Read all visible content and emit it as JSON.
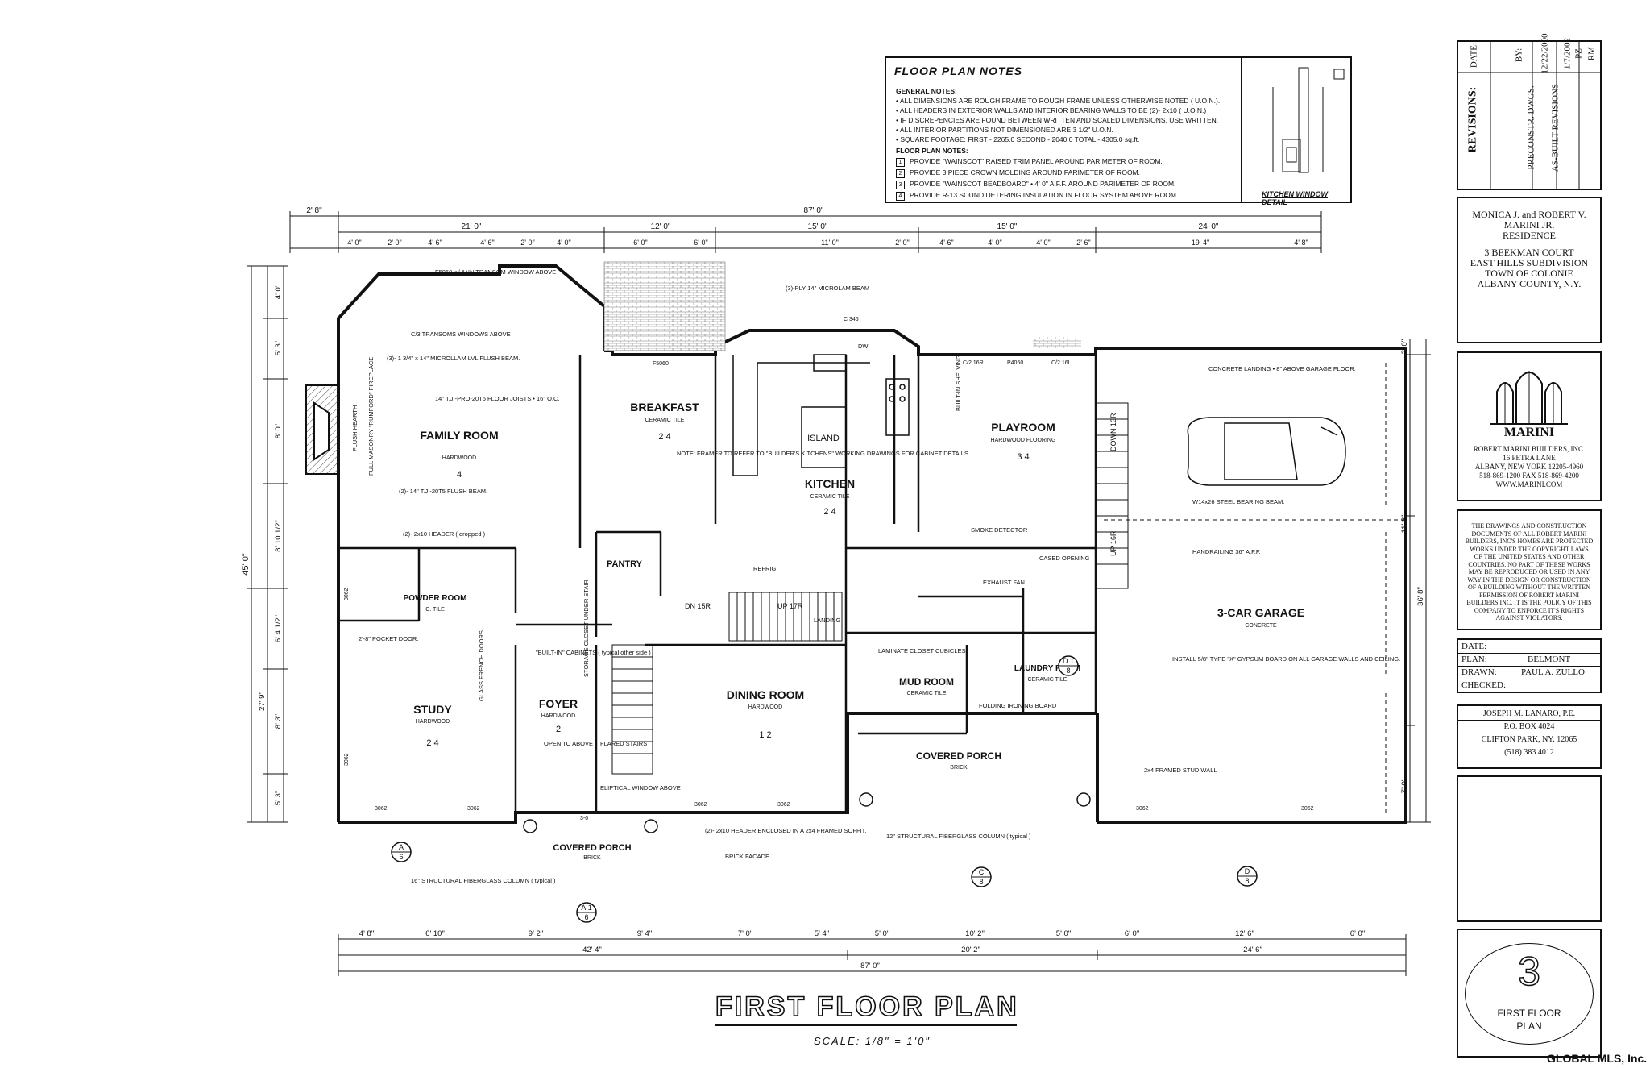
{
  "plan": {
    "title": "FIRST FLOOR PLAN",
    "scale": "SCALE: 1/8\" = 1'0\"",
    "credit": "GLOBAL MLS, Inc."
  },
  "notes": {
    "title": "FLOOR PLAN NOTES",
    "general_heading": "GENERAL NOTES:",
    "general": [
      "• ALL DIMENSIONS ARE ROUGH FRAME TO ROUGH FRAME UNLESS OTHERWISE NOTED ( U.O.N.).",
      "• ALL HEADERS IN EXTERIOR WALLS AND INTERIOR BEARING WALLS TO BE (2)- 2x10 ( U.O.N.)",
      "• IF DISCREPENCIES ARE FOUND BETWEEN WRITTEN AND SCALED DIMENSIONS, USE WRITTEN.",
      "• ALL INTERIOR PARTITIONS NOT DIMENSIONED ARE 3 1/2\" U.O.N.",
      "• SQUARE FOOTAGE: FIRST - 2265.0 SECOND - 2040.0 TOTAL - 4305.0 sq.ft."
    ],
    "plan_heading": "FLOOR PLAN NOTES:",
    "plan_notes": [
      {
        "num": "1",
        "text": "PROVIDE \"WAINSCOT\" RAISED TRIM PANEL AROUND PARIMETER OF ROOM."
      },
      {
        "num": "2",
        "text": "PROVIDE 3 PIECE CROWN MOLDING AROUND PARIMETER OF ROOM."
      },
      {
        "num": "3",
        "text": "PROVIDE \"WAINSCOT BEADBOARD\" • 4' 0\" A.F.F. AROUND PARIMETER OF ROOM."
      },
      {
        "num": "4",
        "text": "PROVIDE R-13 SOUND DETERING INSULATION IN FLOOR SYSTEM ABOVE ROOM."
      }
    ],
    "kitchen_detail": "KITCHEN WINDOW DETAIL"
  },
  "title_block": {
    "revisions_label": "REVISIONS:",
    "rev_headers": [
      "DATE:",
      "BY:"
    ],
    "rev_rows": [
      {
        "desc": "PRECONSTR. DWGS.",
        "date": "12/22/2000",
        "by": "PZ"
      },
      {
        "desc": "AS-BUILT REVISIONS",
        "date": "1/7/2002",
        "by": "RM"
      }
    ],
    "client": [
      "MONICA J. and ROBERT V.",
      "MARINI JR.",
      "RESIDENCE"
    ],
    "address": [
      "3 BEEKMAN COURT",
      "EAST HILLS SUBDIVISION",
      "TOWN OF COLONIE",
      "ALBANY COUNTY, N.Y."
    ],
    "logo": "MARINI",
    "builder": [
      "ROBERT MARINI BUILDERS, INC.",
      "16 PETRA LANE",
      "ALBANY, NEW YORK 12205-4960",
      "518-869-1200 FAX 518-869-4200",
      "WWW.MARINI.COM"
    ],
    "copyright": [
      "THE DRAWINGS AND CONSTRUCTION",
      "DOCUMENTS OF ALL ROBERT MARINI",
      "BUILDERS, INC'S HOMES ARE PROTECTED",
      "WORKS UNDER THE COPYRIGHT LAWS",
      "OF THE UNITED STATES AND OTHER",
      "COUNTRIES. NO PART OF THESE WORKS",
      "MAY BE REPRODUCED OR USED IN ANY",
      "WAY IN THE DESIGN OR CONSTRUCTION",
      "OF A BUILDING WITHOUT THE WRITTEN",
      "PERMISSION OF ROBERT MARINI",
      "BUILDERS INC. IT IS THE POLICY OF THIS",
      "COMPANY TO ENFORCE IT'S RIGHTS",
      "AGAINST VIOLATORS."
    ],
    "info_rows": [
      {
        "label": "DATE:",
        "value": ""
      },
      {
        "label": "PLAN:",
        "value": "BELMONT"
      },
      {
        "label": "DRAWN:",
        "value": "PAUL A. ZULLO"
      },
      {
        "label": "CHECKED:",
        "value": ""
      }
    ],
    "engineer": [
      "JOSEPH M. LANARO, P.E.",
      "P.O. BOX 4024",
      "CLIFTON PARK, NY. 12065",
      "(518) 383 4012"
    ],
    "sheet_number": "3",
    "sheet_title": [
      "FIRST FLOOR",
      "PLAN"
    ]
  },
  "rooms": [
    {
      "name": "FAMILY ROOM",
      "finish": "HARDWOOD",
      "note": "4"
    },
    {
      "name": "BREAKFAST",
      "finish": "CERAMIC TILE",
      "note": "2 4"
    },
    {
      "name": "KITCHEN",
      "finish": "CERAMIC TILE",
      "note": "2 4"
    },
    {
      "name": "ISLAND",
      "finish": "",
      "note": ""
    },
    {
      "name": "PLAYROOM",
      "finish": "HARDWOOD FLOORING",
      "note": "3 4"
    },
    {
      "name": "3-CAR GARAGE",
      "finish": "CONCRETE",
      "note": ""
    },
    {
      "name": "STUDY",
      "finish": "HARDWOOD",
      "note": "2 4"
    },
    {
      "name": "FOYER",
      "finish": "HARDWOOD",
      "note": "2"
    },
    {
      "name": "DINING ROOM",
      "finish": "HARDWOOD",
      "note": "1 2"
    },
    {
      "name": "POWDER ROOM",
      "finish": "C. TILE",
      "note": ""
    },
    {
      "name": "PANTRY",
      "finish": "",
      "note": ""
    },
    {
      "name": "MUD ROOM",
      "finish": "CERAMIC TILE",
      "note": ""
    },
    {
      "name": "LAUNDRY ROOM",
      "finish": "CERAMIC TILE",
      "note": ""
    },
    {
      "name": "COVERED PORCH",
      "finish": "BRICK",
      "note": ""
    },
    {
      "name": "COVERED PORCH",
      "finish": "BRICK",
      "note": ""
    }
  ],
  "dims_top": [
    "2' 8\"",
    "87' 0\"",
    "21' 0\"",
    "12' 0\"",
    "15' 0\"",
    "15' 0\"",
    "24' 0\""
  ],
  "dims_top2": [
    "4' 0\"",
    "2' 0\"",
    "4' 6\"",
    "4' 6\"",
    "2' 0\"",
    "4' 0\"",
    "6' 0\"",
    "6' 0\"",
    "11' 0\"",
    "2' 0\"",
    "4' 6\"",
    "4' 0\"",
    "4' 0\"",
    "2' 6\"",
    "19' 4\"",
    "4' 8\""
  ],
  "dims_bottom": [
    "4' 8\"",
    "6' 10\"",
    "9' 2\"",
    "9' 4\"",
    "7' 0\"",
    "5' 4\"",
    "5' 0\"",
    "10' 2\"",
    "5' 0\"",
    "6' 0\"",
    "12' 6\"",
    "6' 0\""
  ],
  "dims_bottom2": [
    "42' 4\"",
    "20' 2\"",
    "24' 6\""
  ],
  "dims_bottom3": "87' 0\"",
  "dims_left": [
    "4' 0\"",
    "5' 3\"",
    "8' 0\"",
    "8' 10 1/2\"",
    "6' 4 1/2\"",
    "8' 3\"",
    "5' 3\""
  ],
  "dims_left_total": [
    "45' 0\"",
    "27' 9\""
  ],
  "dims_right": [
    "2' 0\"",
    "11' 8\"",
    "7' 0\"",
    "36' 8\""
  ],
  "annotations": [
    "F5060 w/ ANN TRANSOM WINDOW ABOVE",
    "C/3 TRANSOMS WINDOWS ABOVE",
    "(3)- 1 3/4\" x 14\" MICROLLAM LVL FLUSH BEAM.",
    "14\" T.J.-PRO-20T5 FLOOR JOISTS • 16\" O.C.",
    "FLUSH HEARTH",
    "FULL MASONRY \"RUMFORD\" FIREPLACE",
    "(2)- 14\" T.J.-20T5 FLUSH BEAM.",
    "(2)- 2x10 HEADER ( dropped )",
    "NOTE: FRAMER TO REFER TO \"BUILDER'S KITCHENS\" WORKING DRAWINGS FOR CABINET DETAILS.",
    "(3)-PLY 14\" MICROLAM BEAM",
    "CONCRETE LANDING • 8\" ABOVE GARAGE FLOOR.",
    "W14x26 STEEL BEARING BEAM.",
    "HANDRAILING 36\" A.F.F.",
    "INSTALL 5/8\" TYPE \"X\" GYPSUM BOARD ON ALL GARAGE WALLS AND CEILING.",
    "SMOKE DETECTOR",
    "EXHAUST FAN",
    "CASED OPENING",
    "LAMINATE CLOSET CUBICLES",
    "ELIPTICAL WINDOW ABOVE",
    "OPEN TO ABOVE",
    "FLARED STAIRS",
    "BRICK FACADE",
    "16\" STRUCTURAL FIBERGLASS COLUMN ( typical )",
    "12\" STRUCTURAL FIBERGLASS COLUMN ( typical )",
    "(2)- 2x10 HEADER ENCLOSED IN A 2x4 FRAMED SOFFIT.",
    "2x4 FRAMED STUD WALL",
    "DN 15R",
    "UP 17R",
    "DOWN 13R",
    "UP 16R",
    "2'-8\" POCKET DOOR.",
    "GLASS FRENCH DOORS",
    "\"BUILT-IN\" CABINETS ( typical other side )",
    "STORAGE CLOSET UNDER STAIR",
    "REFRIG.",
    "DW",
    "BUILT-IN SHELVING",
    "FOLDING IRONING BOARD",
    "LANDING"
  ],
  "labels_small": [
    "3062",
    "3062",
    "3062",
    "3062",
    "3062",
    "3062",
    "3062",
    "3062",
    "P4060",
    "C/2 16R",
    "C/2 16L",
    "C 345",
    "F5060",
    "3-0"
  ],
  "section_marks": [
    {
      "letter": "A",
      "num": "6"
    },
    {
      "letter": "A.1",
      "num": "6"
    },
    {
      "letter": "C",
      "num": "8"
    },
    {
      "letter": "D",
      "num": "8"
    },
    {
      "letter": "D.1",
      "num": "8"
    }
  ],
  "colors": {
    "ink": "#111111",
    "paper": "#ffffff",
    "hatch": "#555555"
  }
}
